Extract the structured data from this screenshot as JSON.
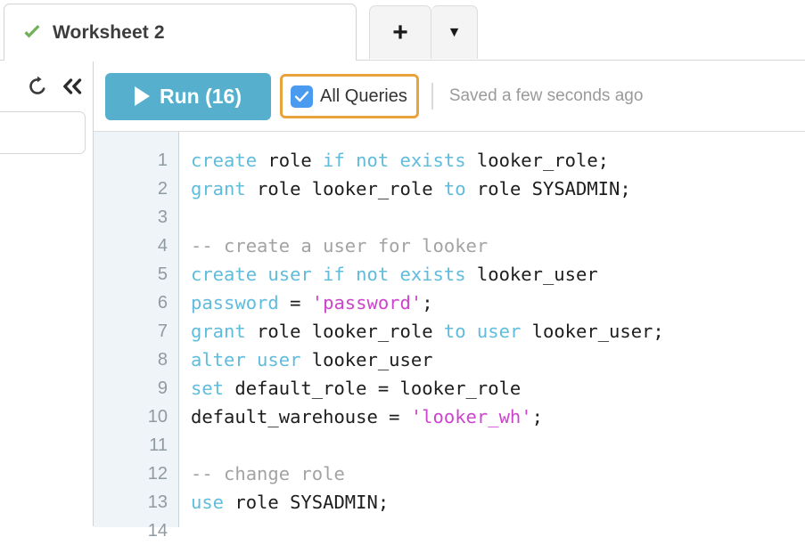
{
  "window": {
    "accent_blue": "#56b0cd",
    "accent_orange": "#e8a33d",
    "checkbox_blue": "#4a9bf0",
    "tab_check_green": "#74b15b",
    "keyword_color": "#5fbcdd",
    "string_color": "#cc44cc",
    "comment_color": "#a3a3a3"
  },
  "tabs": {
    "worksheet": {
      "label": "Worksheet 2",
      "status_icon": "check-icon"
    },
    "new_tab_button": {
      "icon": "plus-icon"
    },
    "new_tab_dropdown": {
      "icon": "caret-down-icon"
    }
  },
  "left_rail": {
    "refresh_icon": "refresh-icon",
    "collapse_icon": "double-chevron-left-icon",
    "search_input_value": "",
    "search_input_placeholder": ""
  },
  "toolbar": {
    "run_label": "Run (16)",
    "run_icon": "play-icon",
    "all_queries_label": "All Queries",
    "all_queries_checked": true,
    "saved_status": "Saved a few seconds ago"
  },
  "editor": {
    "line_numbers": [
      "1",
      "2",
      "3",
      "4",
      "5",
      "6",
      "7",
      "8",
      "9",
      "10",
      "11",
      "12",
      "13",
      "14"
    ],
    "lines": [
      {
        "n": "1",
        "tokens": [
          {
            "t": "create",
            "c": "kw"
          },
          {
            "t": " role ",
            "c": ""
          },
          {
            "t": "if not exists",
            "c": "kw"
          },
          {
            "t": " looker_role;",
            "c": ""
          }
        ]
      },
      {
        "n": "2",
        "tokens": [
          {
            "t": "grant",
            "c": "kw"
          },
          {
            "t": " role looker_role ",
            "c": ""
          },
          {
            "t": "to",
            "c": "kw"
          },
          {
            "t": " role SYSADMIN;",
            "c": ""
          }
        ]
      },
      {
        "n": "3",
        "tokens": []
      },
      {
        "n": "4",
        "tokens": [
          {
            "t": "-- create a user for looker",
            "c": "cmt"
          }
        ]
      },
      {
        "n": "5",
        "tokens": [
          {
            "t": "create user if not exists",
            "c": "kw"
          },
          {
            "t": " looker_user",
            "c": ""
          }
        ]
      },
      {
        "n": "6",
        "tokens": [
          {
            "t": "password",
            "c": "kw"
          },
          {
            "t": " = ",
            "c": ""
          },
          {
            "t": "'password'",
            "c": "str"
          },
          {
            "t": ";",
            "c": ""
          }
        ]
      },
      {
        "n": "7",
        "tokens": [
          {
            "t": "grant",
            "c": "kw"
          },
          {
            "t": " role looker_role ",
            "c": ""
          },
          {
            "t": "to user",
            "c": "kw"
          },
          {
            "t": " looker_user;",
            "c": ""
          }
        ]
      },
      {
        "n": "8",
        "tokens": [
          {
            "t": "alter user",
            "c": "kw"
          },
          {
            "t": " looker_user",
            "c": ""
          }
        ]
      },
      {
        "n": "9",
        "tokens": [
          {
            "t": "set",
            "c": "kw"
          },
          {
            "t": " default_role = looker_role",
            "c": ""
          }
        ]
      },
      {
        "n": "10",
        "tokens": [
          {
            "t": "default_warehouse = ",
            "c": ""
          },
          {
            "t": "'looker_wh'",
            "c": "str"
          },
          {
            "t": ";",
            "c": ""
          }
        ]
      },
      {
        "n": "11",
        "tokens": []
      },
      {
        "n": "12",
        "tokens": [
          {
            "t": "-- change role",
            "c": "cmt"
          }
        ]
      },
      {
        "n": "13",
        "tokens": [
          {
            "t": "use",
            "c": "kw"
          },
          {
            "t": " role SYSADMIN;",
            "c": ""
          }
        ]
      },
      {
        "n": "14",
        "tokens": []
      }
    ]
  }
}
